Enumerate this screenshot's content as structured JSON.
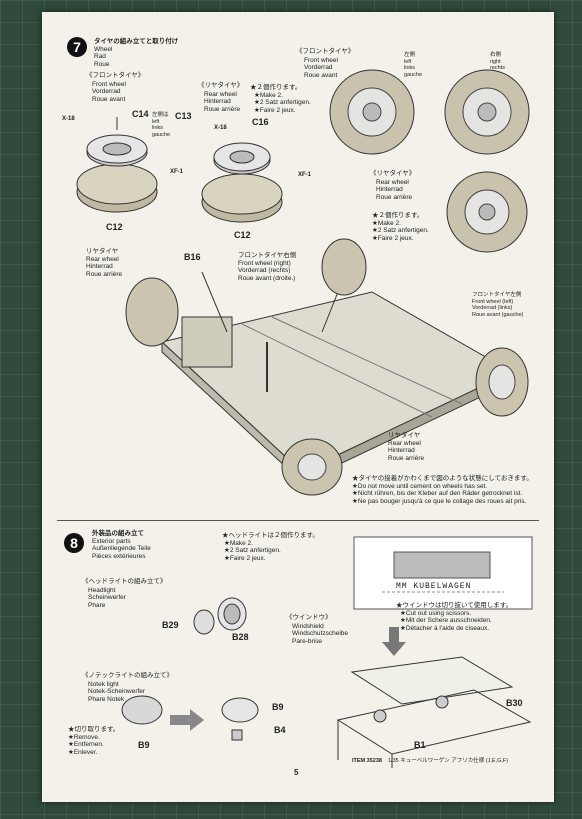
{
  "step7": {
    "number": "7",
    "title_jp": "タイヤの組み立てと取り付け",
    "title_lines": [
      "Wheel",
      "Rad",
      "Roue"
    ],
    "front_jp": "《フロントタイヤ》",
    "front_lines": [
      "Front wheel",
      "Vorderrad",
      "Roue avant"
    ],
    "rear_jp": "《リヤタイヤ》",
    "rear_lines": [
      "Rear wheel",
      "Hinterrad",
      "Roue arrière"
    ],
    "make2_jp": "★２個作ります。",
    "make2_lines": [
      "★Make 2.",
      "★2 Satz anfertigen.",
      "★Faire 2 jeux."
    ],
    "front_right_jp": "《フロントタイヤ》",
    "front_right_lines": [
      "Front wheel",
      "Vorderrad",
      "Roue avant"
    ],
    "left_jp": "左側",
    "left_lines": [
      "left",
      "links",
      "gauche"
    ],
    "right_jp": "右側",
    "right_lines": [
      "right",
      "rechts",
      "droit"
    ],
    "rear_right_jp": "《リヤタイヤ》",
    "rear_right_lines": [
      "Rear wheel",
      "Hinterrad",
      "Roue arrière"
    ],
    "make2b_jp": "★２個作ります。",
    "make2b_lines": [
      "★Make 2.",
      "★2 Satz anfertigen.",
      "★Faire 2 jeux."
    ],
    "parts": {
      "x18a": "X-18",
      "c14": "C14",
      "c14_jp": "左側は",
      "c14_lines": [
        "left",
        "links",
        "gauche"
      ],
      "c13": "C13",
      "xf1a": "XF-1",
      "c12a": "C12",
      "x18b": "X-18",
      "c16": "C16",
      "xf1b": "XF-1",
      "c12b": "C12",
      "b16": "B16"
    },
    "rear_label_jp": "リヤタイヤ",
    "rear_label_lines": [
      "Rear wheel",
      "Hinterrad",
      "Roue arrière"
    ],
    "front_right_wheel_jp": "フロントタイヤ右側",
    "front_right_wheel_lines": [
      "Front wheel (right)",
      "Vorderrad (rechts)",
      "Roue avant (droite.)"
    ],
    "front_left_wheel_jp": "フロントタイヤ左側",
    "front_left_wheel_lines": [
      "Front wheel (left)",
      "Vorderrad (links)",
      "Roue avant (gauche)"
    ],
    "rear_bottom_jp": "リヤタイヤ",
    "rear_bottom_lines": [
      "Rear wheel",
      "Hinterrad",
      "Roue arrière"
    ],
    "note_jp": "★タイヤの接着がかわくまで図のような状態にしておきます。",
    "note_lines": [
      "★Do not move until cement on wheels has set.",
      "★Nicht rühren, bis der Kleber auf den Räder getrocknet ist.",
      "★Ne pas bouger jusqu'à ce que le collage des roues ait pris."
    ]
  },
  "step8": {
    "number": "8",
    "title_jp": "外装品の組み立て",
    "title_lines": [
      "Exterior parts",
      "Außenliegende Teile",
      "Pièces extérieures"
    ],
    "make2_jp": "★ヘッドライトは２個作ります。",
    "make2_lines": [
      "★Make 2.",
      "★2 Satz anfertigen.",
      "★Faire 2 jeux."
    ],
    "headlight_jp": "《ヘッドライトの組み立て》",
    "headlight_lines": [
      "Headlight",
      "Scheinwerfer",
      "Phare"
    ],
    "b29": "B29",
    "b28": "B28",
    "notek_jp": "《ノテックライトの組み立て》",
    "notek_lines": [
      "Notek light",
      "Notek-Scheinwerfer",
      "Phare Notek"
    ],
    "b9a": "B9",
    "b9b": "B9",
    "b4": "B4",
    "cut_jp": "★切り取ります。",
    "cut_lines": [
      "★Remove.",
      "★Entfernen.",
      "★Enlever."
    ],
    "windshield_jp": "《ウインドウ》",
    "windshield_lines": [
      "Windshield",
      "Windschutzscheibe",
      "Pare-brise"
    ],
    "sheet_text": "MM KUBELWAGEN",
    "cutout_jp": "★ウインドウは切り抜いて使用します。",
    "cutout_lines": [
      "★Cut out using scissors.",
      "★Mit der Schere ausschneiden.",
      "★Détacher à l'aide de ciseaux."
    ],
    "b30": "B30",
    "b1": "B1"
  },
  "footer": {
    "page": "5",
    "item": "ITEM 35238",
    "item_jp": "1/35 キューベルワーゲン アフリカ仕様 (J,E,G,F)"
  }
}
